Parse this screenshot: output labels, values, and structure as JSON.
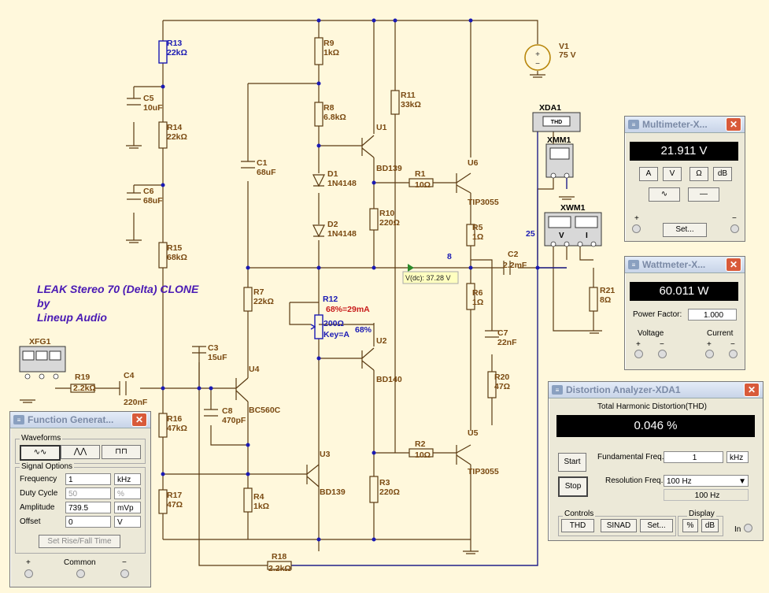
{
  "schematic": {
    "title_lines": [
      "LEAK Stereo 70 (Delta) CLONE",
      "by",
      "Lineup Audio"
    ],
    "components": [
      {
        "ref": "R13",
        "val": "22kΩ"
      },
      {
        "ref": "C5",
        "val": "10uF"
      },
      {
        "ref": "R14",
        "val": "22kΩ"
      },
      {
        "ref": "C6",
        "val": "68uF"
      },
      {
        "ref": "R15",
        "val": "68kΩ"
      },
      {
        "ref": "R16",
        "val": "47kΩ"
      },
      {
        "ref": "R17",
        "val": "47Ω"
      },
      {
        "ref": "R9",
        "val": "1kΩ"
      },
      {
        "ref": "R8",
        "val": "6.8kΩ"
      },
      {
        "ref": "D1",
        "val": "1N4148"
      },
      {
        "ref": "D2",
        "val": "1N4148"
      },
      {
        "ref": "C1",
        "val": "68uF"
      },
      {
        "ref": "R7",
        "val": "22kΩ"
      },
      {
        "ref": "C3",
        "val": "15uF"
      },
      {
        "ref": "C8",
        "val": "470pF"
      },
      {
        "ref": "U4",
        "val": "BC560C"
      },
      {
        "ref": "U3",
        "val": "BD139"
      },
      {
        "ref": "R4",
        "val": "1kΩ"
      },
      {
        "ref": "R11",
        "val": "33kΩ"
      },
      {
        "ref": "U1",
        "val": "BD139"
      },
      {
        "ref": "R10",
        "val": "220Ω"
      },
      {
        "ref": "R1",
        "val": "10Ω"
      },
      {
        "ref": "U6",
        "val": "TIP3055"
      },
      {
        "ref": "R5",
        "val": "1Ω"
      },
      {
        "ref": "R6",
        "val": "1Ω"
      },
      {
        "ref": "U2",
        "val": "BD140"
      },
      {
        "ref": "R2",
        "val": "10Ω"
      },
      {
        "ref": "U5",
        "val": "TIP3055"
      },
      {
        "ref": "R3",
        "val": "220Ω"
      },
      {
        "ref": "C7",
        "val": "22nF"
      },
      {
        "ref": "R20",
        "val": "47Ω"
      },
      {
        "ref": "C2",
        "val": "2.2mF"
      },
      {
        "ref": "R21",
        "val": "8Ω"
      },
      {
        "ref": "R19",
        "val": "2.2kΩ"
      },
      {
        "ref": "C4",
        "val": "220nF"
      },
      {
        "ref": "R18",
        "val": "2.2kΩ"
      },
      {
        "ref": "V1",
        "val": "75 V"
      }
    ],
    "pot": {
      "ref": "R12",
      "setting": "68%=29mA",
      "val": "200Ω",
      "key": "Key=A",
      "pct": "68%"
    },
    "nodes": {
      "n8": "8",
      "n25": "25"
    },
    "probe": "V(dc): 37.28 V",
    "instruments": {
      "xfg": "XFG1",
      "xda": "XDA1",
      "xda_btn": "THD",
      "xmm": "XMM1",
      "xwm": "XWM1",
      "wm_v": "V",
      "wm_i": "I"
    }
  },
  "multimeter": {
    "title": "Multimeter-X...",
    "reading": "21.911 V",
    "modes": [
      "A",
      "V",
      "Ω",
      "dB"
    ],
    "plus": "+",
    "minus": "−",
    "set_label": "Set..."
  },
  "wattmeter": {
    "title": "Wattmeter-X...",
    "reading": "60.011 W",
    "pf_label": "Power Factor:",
    "pf_value": "1.000",
    "voltage_label": "Voltage",
    "current_label": "Current",
    "plus": "+",
    "minus": "−"
  },
  "distortion": {
    "title": "Distortion Analyzer-XDA1",
    "header": "Total Harmonic Distortion(THD)",
    "reading": "0.046 %",
    "start": "Start",
    "stop": "Stop",
    "fund_label": "Fundamental Freq.",
    "fund_value": "1",
    "fund_unit": "kHz",
    "res_label": "Resolution Freq.",
    "res_value": "100 Hz",
    "res_readout": "100 Hz",
    "controls_label": "Controls",
    "controls": [
      "THD",
      "SINAD",
      "Set..."
    ],
    "display_label": "Display",
    "display": [
      "%",
      "dB"
    ],
    "in_label": "In"
  },
  "funcgen": {
    "title": "Function Generat...",
    "waveforms_label": "Waveforms",
    "signal_label": "Signal Options",
    "rows": [
      {
        "label": "Frequency",
        "value": "1",
        "unit": "kHz"
      },
      {
        "label": "Duty Cycle",
        "value": "50",
        "unit": "%"
      },
      {
        "label": "Amplitude",
        "value": "739.5",
        "unit": "mVp"
      },
      {
        "label": "Offset",
        "value": "0",
        "unit": "V"
      }
    ],
    "rise_fall": "Set Rise/Fall Time",
    "plus": "+",
    "common": "Common",
    "minus": "−"
  }
}
